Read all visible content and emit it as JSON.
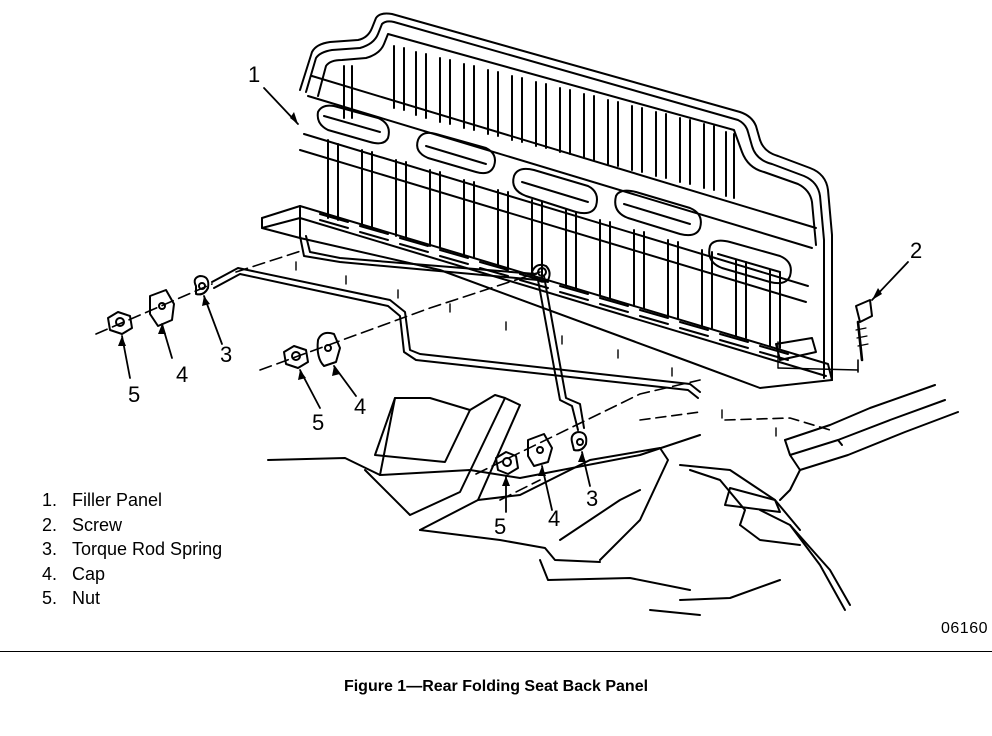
{
  "callouts": {
    "filler_panel": "1",
    "screw": "2",
    "spring_left": "3",
    "cap_left": "4",
    "nut_left": "5",
    "cap_center": "4",
    "nut_center": "5",
    "spring_right": "3",
    "cap_right": "4",
    "nut_right": "5"
  },
  "legend": [
    {
      "num": "1.",
      "label": "Filler Panel"
    },
    {
      "num": "2.",
      "label": "Screw"
    },
    {
      "num": "3.",
      "label": "Torque Rod Spring"
    },
    {
      "num": "4.",
      "label": "Cap"
    },
    {
      "num": "5.",
      "label": "Nut"
    }
  ],
  "reference_code": "06160",
  "caption": "Figure 1—Rear Folding Seat Back Panel"
}
